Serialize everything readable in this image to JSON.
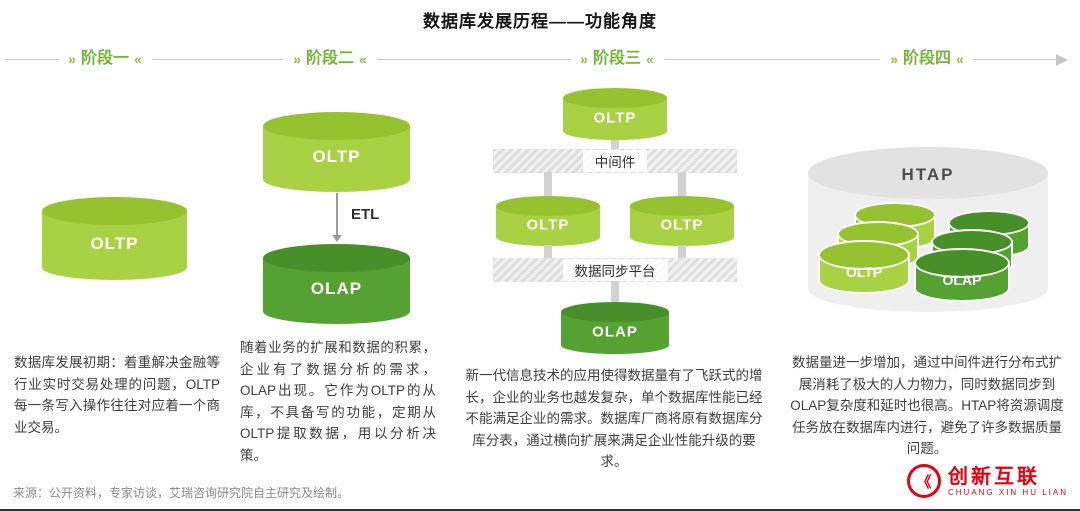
{
  "header": {
    "title": "数据库发展历程——功能角度"
  },
  "timeline": {
    "deco_left": "»",
    "deco_right": "«",
    "stages": [
      {
        "label": "阶段一"
      },
      {
        "label": "阶段二"
      },
      {
        "label": "阶段三"
      },
      {
        "label": "阶段四"
      }
    ]
  },
  "stage1": {
    "oltp_label": "OLTP",
    "desc": "数据库发展初期：着重解决金融等行业实时交易处理的问题，OLTP每一条写入操作往往对应着一个商业交易。"
  },
  "stage2": {
    "oltp_label": "OLTP",
    "etl_label": "ETL",
    "olap_label": "OLAP",
    "desc": "随着业务的扩展和数据的积累，企业有了数据分析的需求，OLAP出现。它作为OLTP的从库，不具备写的功能，定期从OLTP提取数据，用以分析决策。"
  },
  "stage3": {
    "oltp_top_label": "OLTP",
    "middleware_label": "中间件",
    "oltp_left_label": "OLTP",
    "oltp_right_label": "OLTP",
    "sync_label": "数据同步平台",
    "olap_label": "OLAP",
    "desc": "新一代信息技术的应用使得数据量有了飞跃式的增长，企业的业务也越发复杂，单个数据库性能已经不能满足企业的需求。数据库厂商将原有数据库分库分表，通过横向扩展来满足企业性能升级的要求。"
  },
  "stage4": {
    "htap_label": "HTAP",
    "oltp_label": "OLTP",
    "olap_label": "OLAP",
    "desc": "数据量进一步增加，通过中间件进行分布式扩展消耗了极大的人力物力，同时数据同步到OLAP复杂度和延时也很高。HTAP将资源调度任务放在数据库内进行，避免了许多数据质量问题。"
  },
  "footer": {
    "source": "来源：公开资料，专家访谈，艾瑞咨询研究院自主研究及绘制。"
  },
  "logo": {
    "icon_glyph": "《",
    "name": "创新互联",
    "subtitle": "CHUANG XIN HU LIAN"
  },
  "colors": {
    "oltp": "#a9d144",
    "olap": "#55a233",
    "htap": "#efefef",
    "stage_green": "#76b43b",
    "logo_red": "#e60012"
  }
}
